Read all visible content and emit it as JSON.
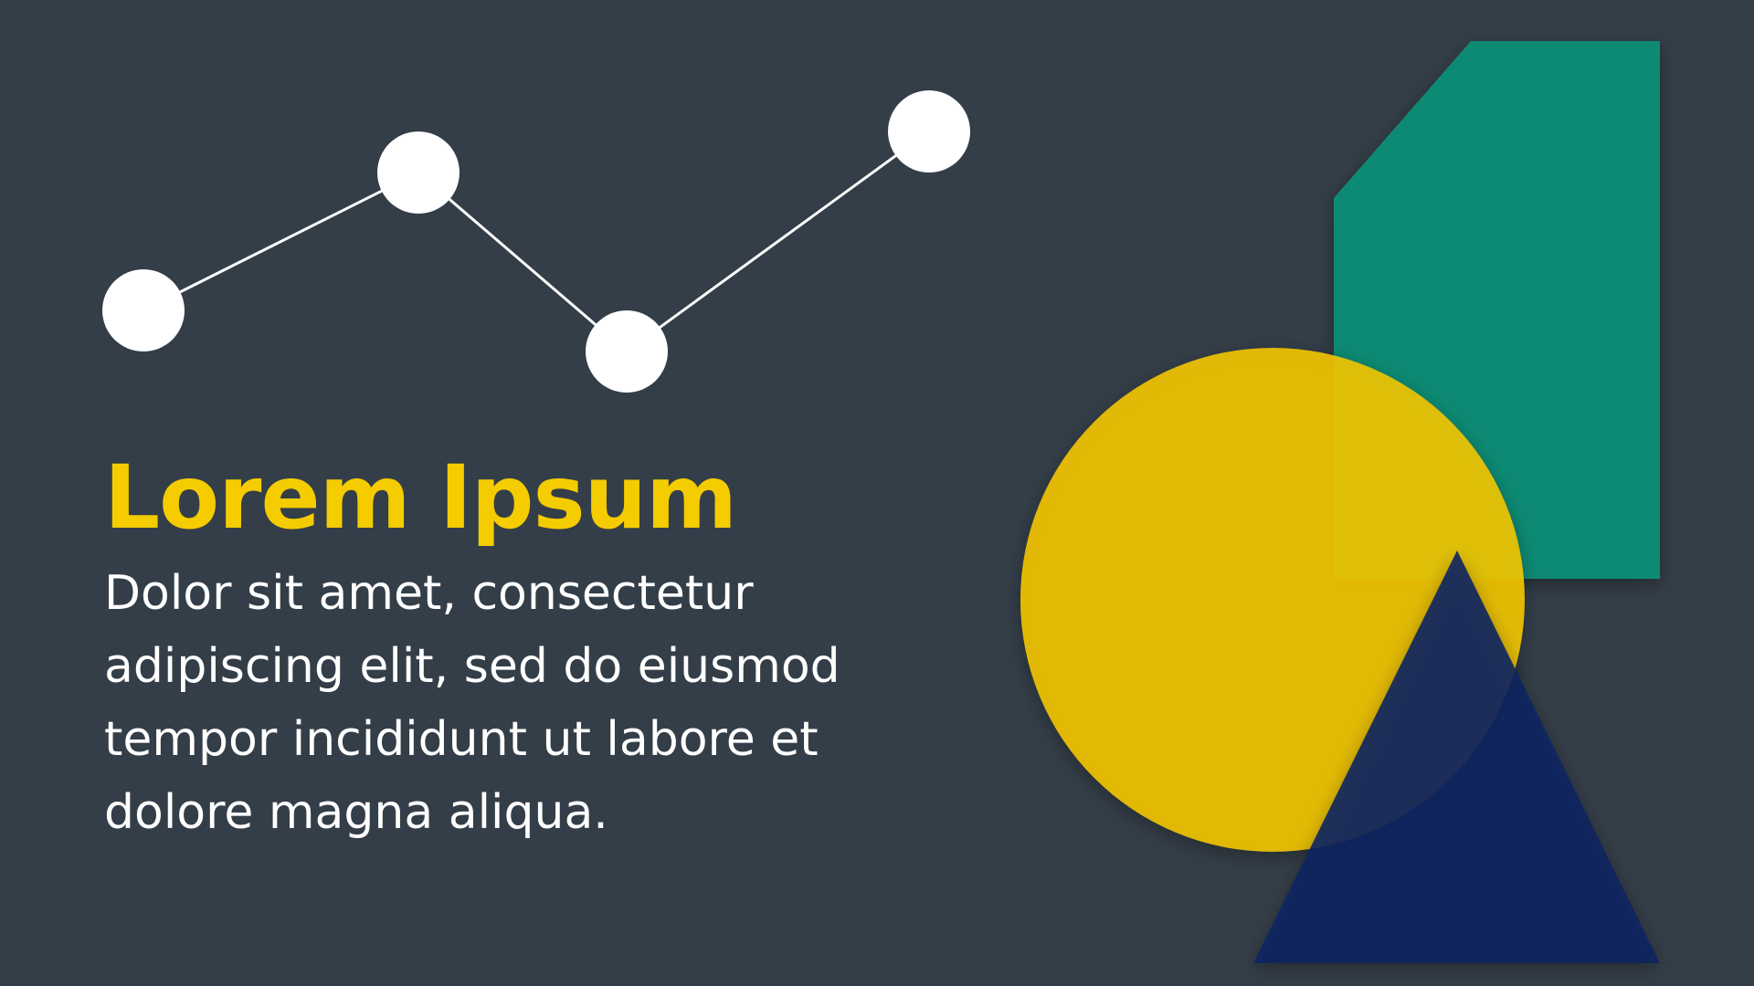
{
  "slide": {
    "title": "Lorem Ipsum",
    "body": "Dolor sit amet, consectetur adipiscing elit, sed do eiusmod tempor incididunt ut labore et dolore magna aliqua."
  },
  "colors": {
    "background": "#343e48",
    "title": "#f5cc00",
    "body_text": "#ffffff",
    "dots": "#ffffff",
    "green_shape": "#0e8a73",
    "yellow_circle": "#f2c500",
    "blue_triangle": "#0b2260"
  },
  "icons": [
    "line-graph-icon",
    "circle-shape",
    "triangle-shape",
    "cut-corner-rectangle-shape"
  ]
}
